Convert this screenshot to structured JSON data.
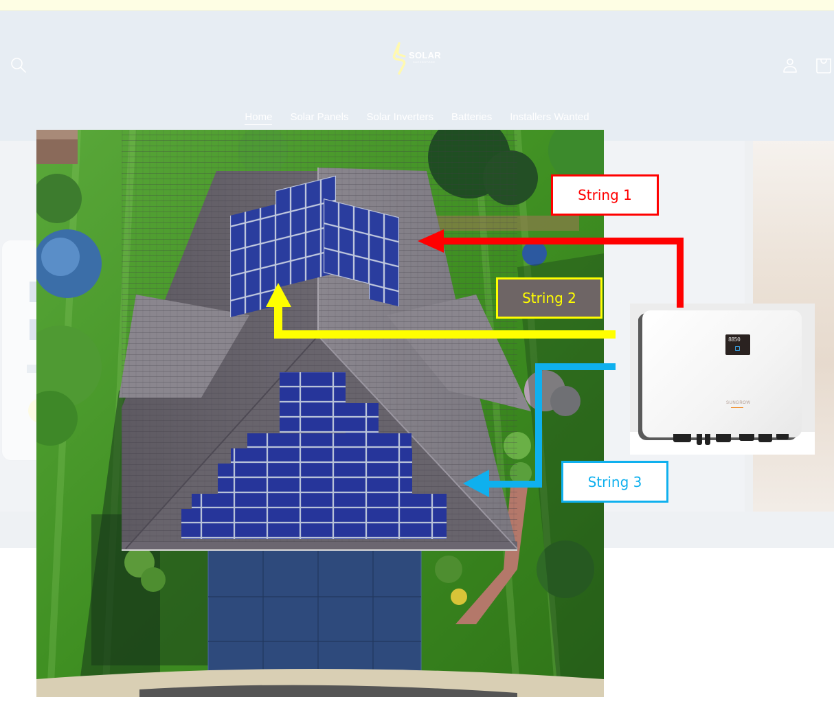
{
  "header": {
    "logo": {
      "word": "SOLAR",
      "sub": "SUPERSTORE"
    },
    "icons": {
      "search": "search-icon",
      "account": "account-icon",
      "cart": "cart-icon"
    },
    "nav": [
      {
        "label": "Home",
        "active": true
      },
      {
        "label": "Solar Panels",
        "active": false
      },
      {
        "label": "Solar Inverters",
        "active": false
      },
      {
        "label": "Batteries",
        "active": false
      },
      {
        "label": "Installers Wanted",
        "active": false
      }
    ]
  },
  "diagram": {
    "strings": [
      {
        "label": "String 1",
        "color": "#ff0000",
        "box_bg": "#ffffff"
      },
      {
        "label": "String 2",
        "color": "#ffff00",
        "box_bg": "#6e6565"
      },
      {
        "label": "String 3",
        "color": "#0fb0ee",
        "box_bg": "#ffffff"
      }
    ],
    "inverter": {
      "display": "8850",
      "brand": "SUNGROW"
    }
  },
  "colors": {
    "announce_bg": "#fefee4",
    "header_bg": "#e7edf3",
    "logo_accent": "#fff9b0"
  }
}
